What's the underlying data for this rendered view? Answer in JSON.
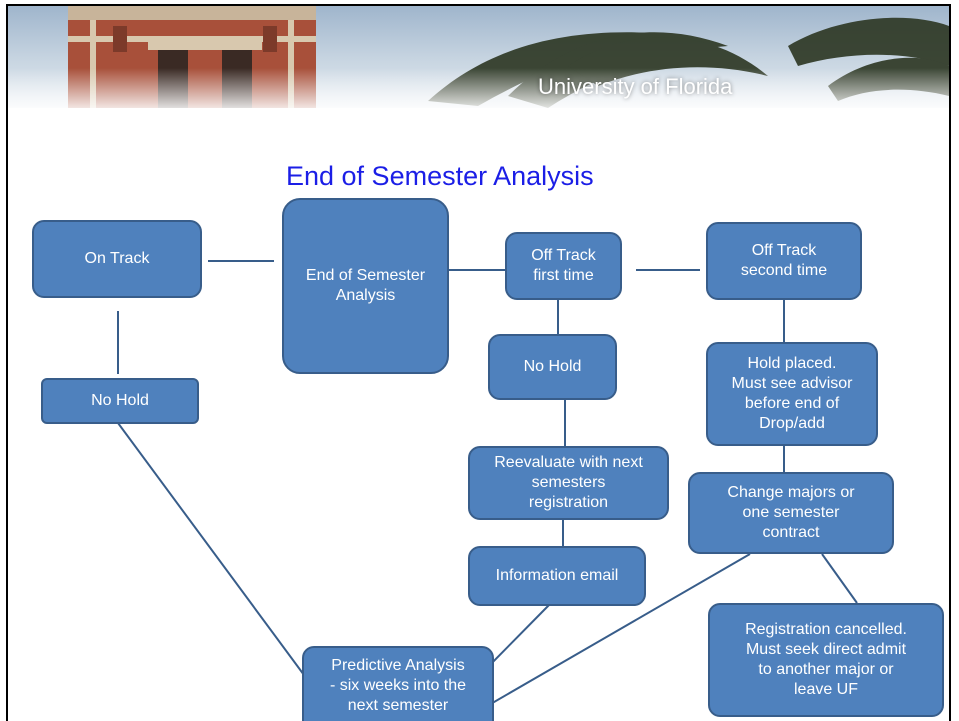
{
  "banner": {
    "title": "University of Florida"
  },
  "slide": {
    "title": "End of Semester Analysis"
  },
  "nodes": {
    "on_track": "On Track",
    "end_analysis": "End of Semester\nAnalysis",
    "off_track_first": "Off Track\nfirst time",
    "off_track_second": "Off Track\nsecond time",
    "no_hold_left": "No Hold",
    "no_hold_mid": "No Hold",
    "hold_placed": "Hold placed.\nMust see advisor\nbefore end of\nDrop/add",
    "reevaluate": "Reevaluate with next\nsemesters\nregistration",
    "change_majors": "Change majors or\none semester\ncontract",
    "information_email": "Information email",
    "registration_cancelled": "Registration cancelled.\nMust seek direct admit\nto another major or\nleave UF",
    "predictive_analysis": "Predictive Analysis\n- six weeks into the\nnext semester"
  },
  "colors": {
    "node_fill": "#4f81bd",
    "node_border": "#385d8a",
    "title_blue": "#1b1ee6",
    "connector": "#385d8a"
  }
}
